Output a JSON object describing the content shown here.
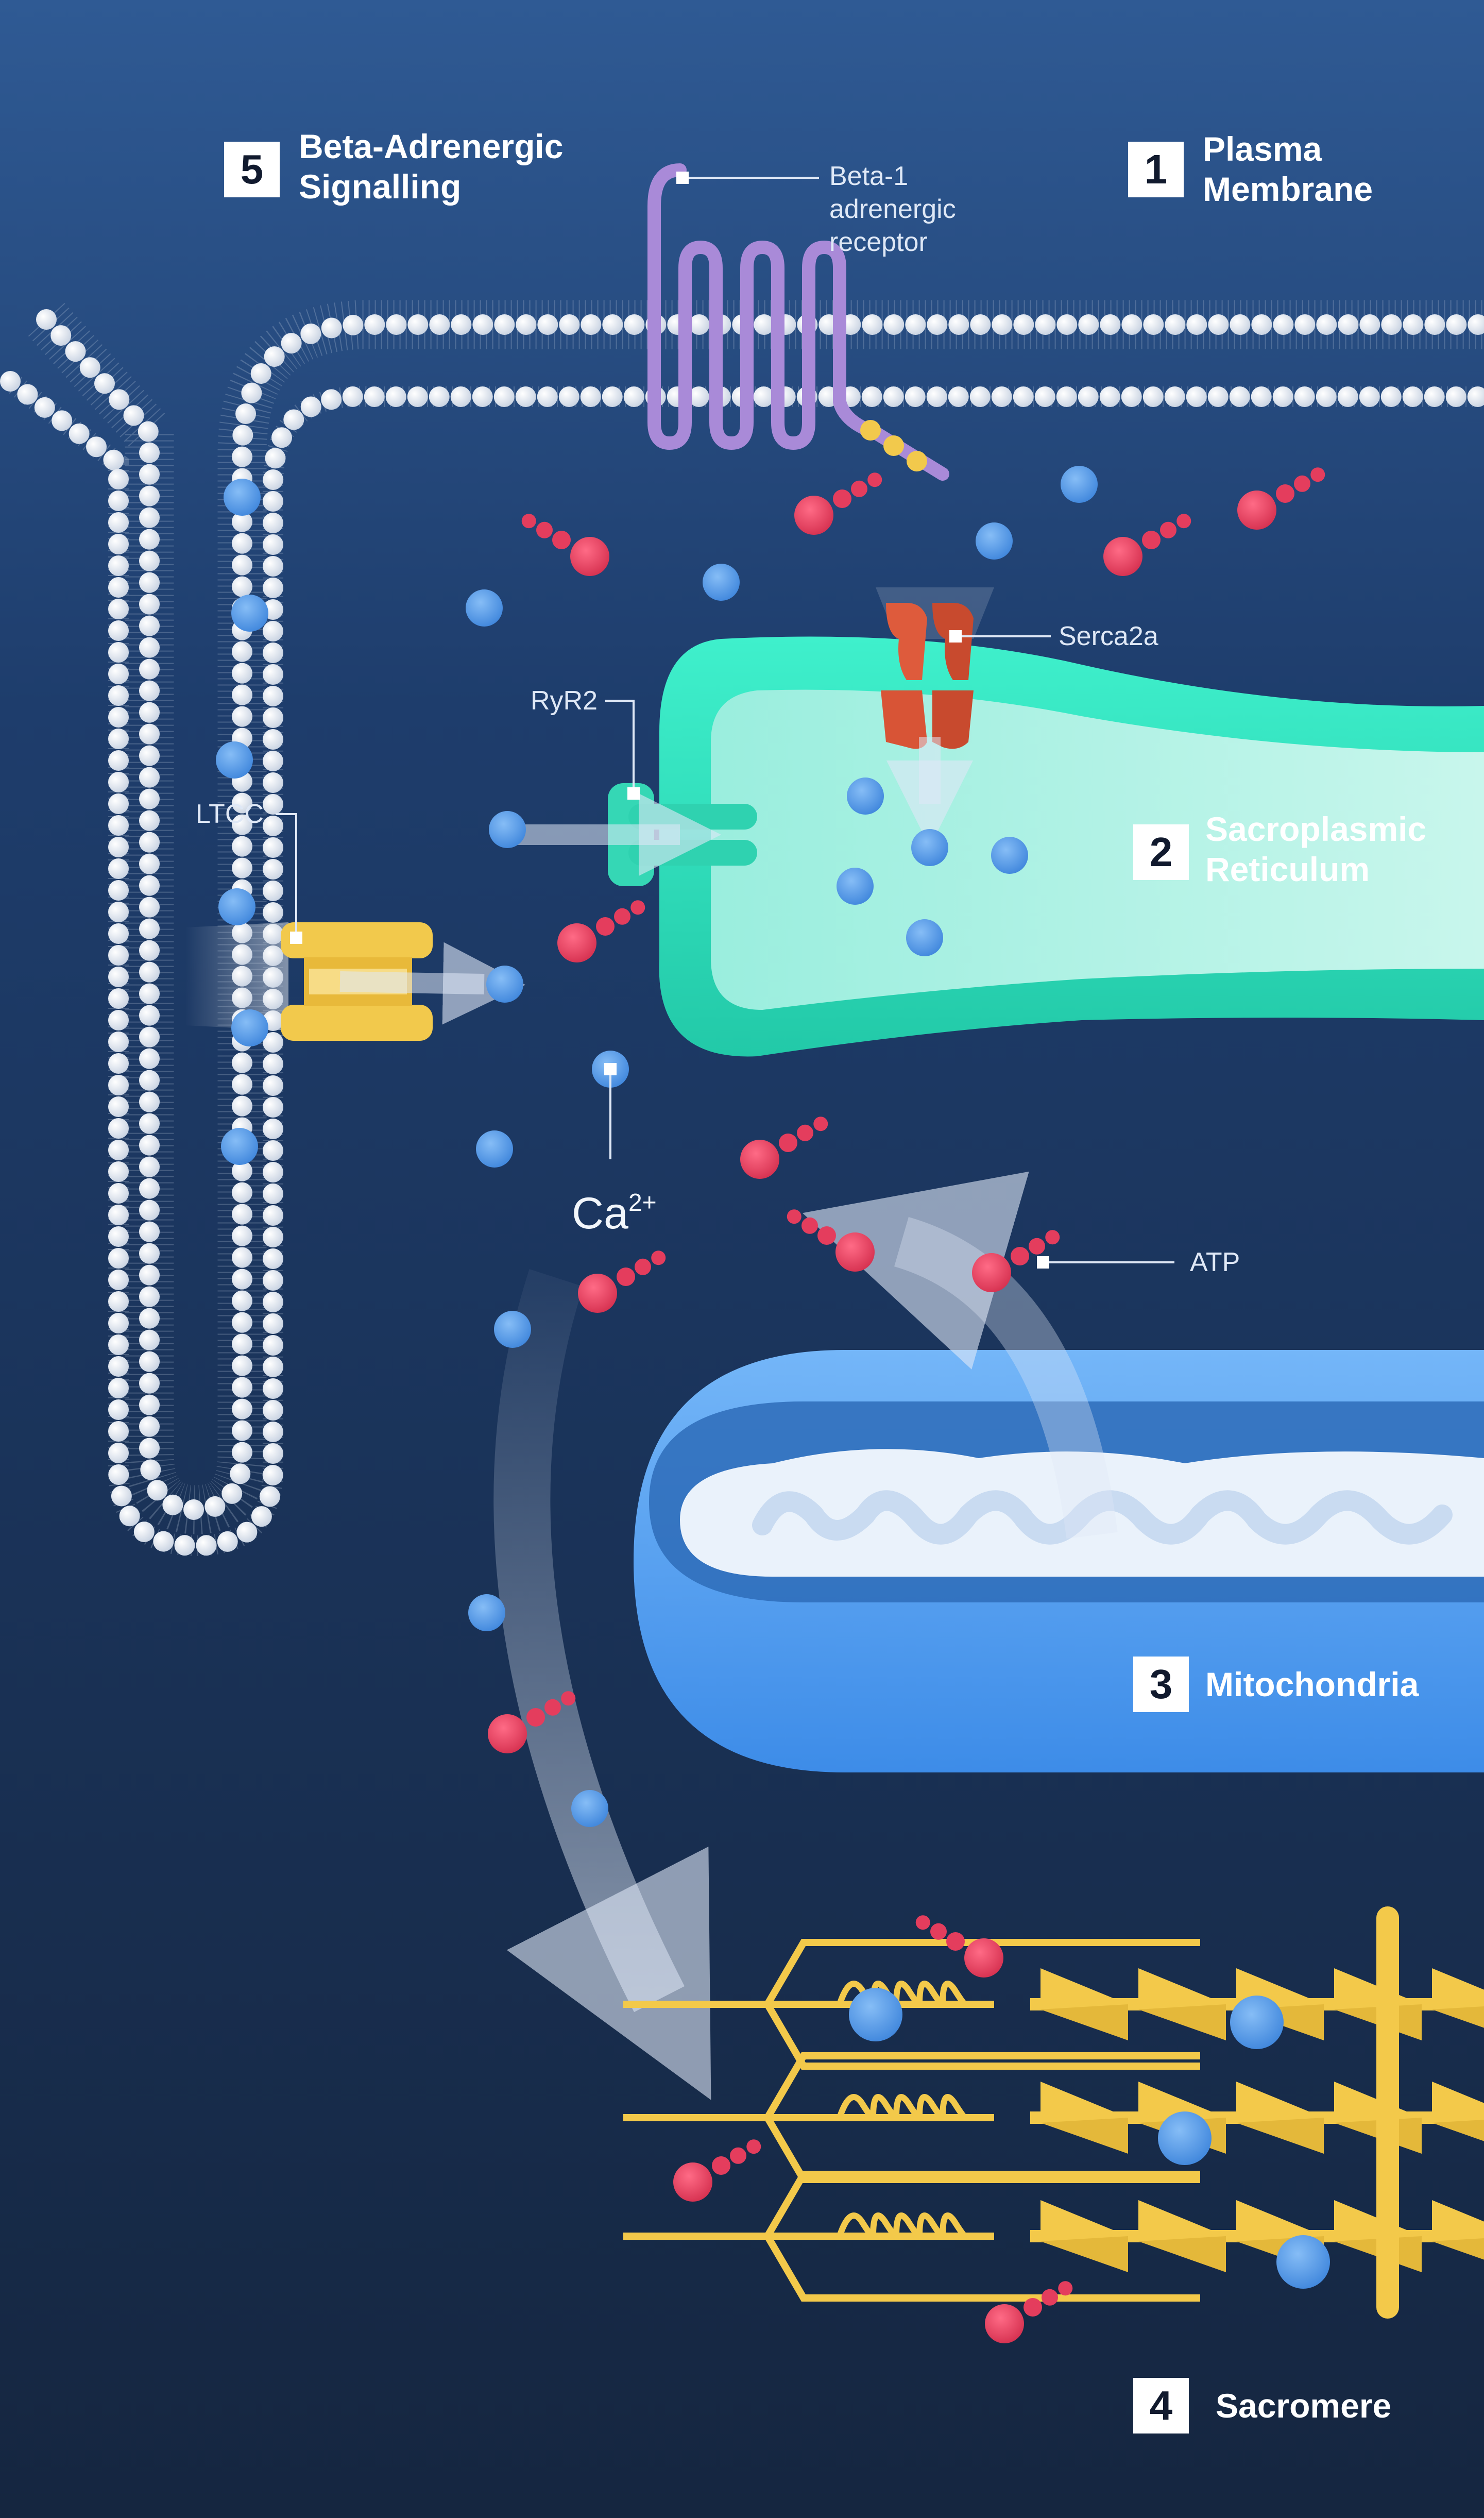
{
  "sections": [
    {
      "number": "5",
      "title": "Beta-Adrenergic\nSignalling"
    },
    {
      "number": "1",
      "title": "Plasma\nMembrane"
    },
    {
      "number": "2",
      "title": "Sacroplasmic\nReticulum"
    },
    {
      "number": "3",
      "title": "Mitochondria"
    },
    {
      "number": "4",
      "title": "Sacromere"
    }
  ],
  "callouts": {
    "beta_receptor": "Beta-1\nadrenergic\nreceptor",
    "serca": "Serca2a",
    "ryr2": "RyR2",
    "ltcc": "LTCC",
    "atp": "ATP"
  },
  "calcium_label": {
    "base": "Ca",
    "superscript": "2+"
  },
  "colors": {
    "background_top": "#2f5a94",
    "background_bottom": "#152640",
    "membrane_bead": "#ffffff",
    "calcium": "#5aa2ee",
    "atp": "#ea3f5f",
    "sarcoplasmic_reticulum": "#38e2c0",
    "mitochondria": "#5da8f4",
    "receptor": "#a98ad8",
    "ltcc": "#f2c94c",
    "serca": "#de5b3c",
    "sarcomere": "#f3c94a"
  },
  "icons": [
    "calcium-ion-icon",
    "atp-molecule-icon",
    "flow-arrow-icon"
  ]
}
